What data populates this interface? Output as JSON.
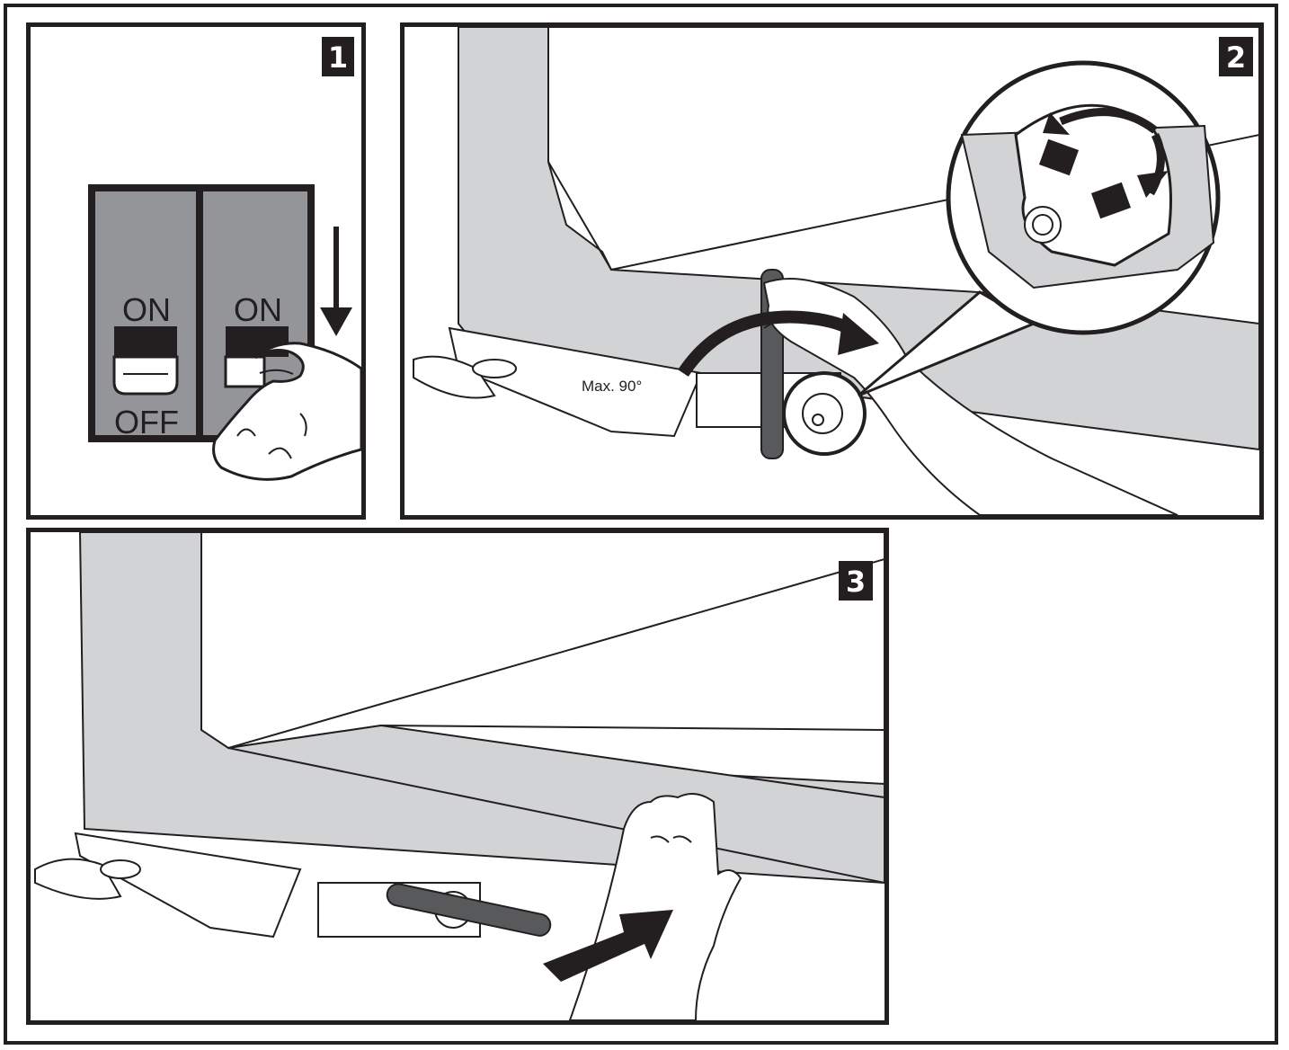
{
  "steps": [
    {
      "number": "1",
      "switch_left_on": "ON",
      "switch_left_off": "OFF",
      "switch_right_on": "ON"
    },
    {
      "number": "2",
      "angle_label": "Max. 90°"
    },
    {
      "number": "3"
    }
  ],
  "colors": {
    "ink": "#231f20",
    "panel_grey": "#d1d3d4",
    "switch_grey": "#939598",
    "handle_grey": "#58595b"
  }
}
